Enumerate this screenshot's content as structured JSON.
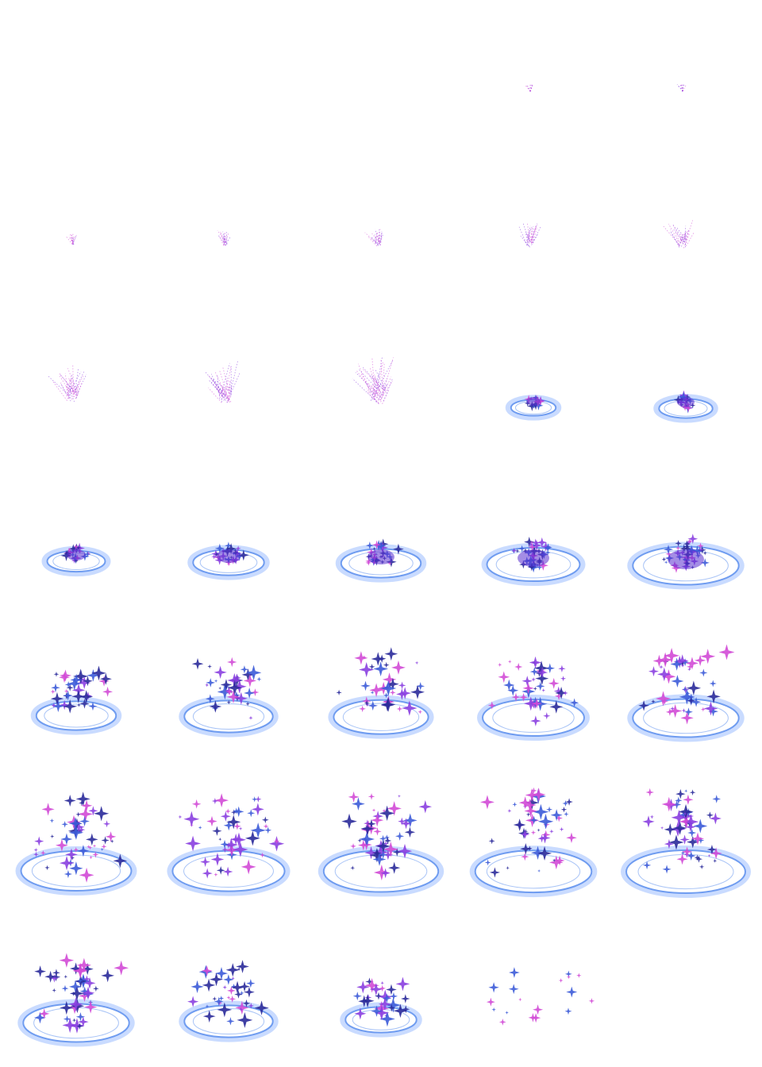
{
  "sprite_sheet": {
    "columns": 5,
    "rows": 7,
    "frame_count": 34,
    "colors": {
      "circle": "#6f9cf0",
      "circle_glow": "#bcd2ff",
      "star_dark": "#2a2a9a",
      "star_blue": "#3c5bd8",
      "sparkle_pink": "#d24ad6",
      "sparkle_violet": "#8a3fe0",
      "core": "#5a2fd0",
      "background": "#ffffff"
    },
    "frames": [
      {
        "phase": "empty",
        "level": 0
      },
      {
        "phase": "empty",
        "level": 0
      },
      {
        "phase": "empty",
        "level": 0
      },
      {
        "phase": "wisp",
        "level": 0.05
      },
      {
        "phase": "wisp",
        "level": 0.08
      },
      {
        "phase": "wisp",
        "level": 0.15
      },
      {
        "phase": "wisp",
        "level": 0.25
      },
      {
        "phase": "wisp",
        "level": 0.35
      },
      {
        "phase": "wisp",
        "level": 0.45
      },
      {
        "phase": "wisp",
        "level": 0.55
      },
      {
        "phase": "wisp",
        "level": 0.75
      },
      {
        "phase": "wisp",
        "level": 0.85
      },
      {
        "phase": "wisp",
        "level": 1.0
      },
      {
        "phase": "core",
        "level": 0.15
      },
      {
        "phase": "core",
        "level": 0.25
      },
      {
        "phase": "core",
        "level": 0.3
      },
      {
        "phase": "core",
        "level": 0.45
      },
      {
        "phase": "core",
        "level": 0.55
      },
      {
        "phase": "core",
        "level": 0.7
      },
      {
        "phase": "core",
        "level": 0.85
      },
      {
        "phase": "burst",
        "level": 0.55
      },
      {
        "phase": "burst",
        "level": 0.65
      },
      {
        "phase": "burst",
        "level": 0.72
      },
      {
        "phase": "burst",
        "level": 0.8
      },
      {
        "phase": "burst",
        "level": 0.85
      },
      {
        "phase": "peak",
        "level": 0.9
      },
      {
        "phase": "peak",
        "level": 0.92
      },
      {
        "phase": "peak",
        "level": 0.95
      },
      {
        "phase": "peak",
        "level": 0.97
      },
      {
        "phase": "peak",
        "level": 1.0
      },
      {
        "phase": "fade",
        "level": 0.85
      },
      {
        "phase": "fade",
        "level": 0.65
      },
      {
        "phase": "fade",
        "level": 0.45
      },
      {
        "phase": "scatter",
        "level": 0.25
      }
    ]
  }
}
